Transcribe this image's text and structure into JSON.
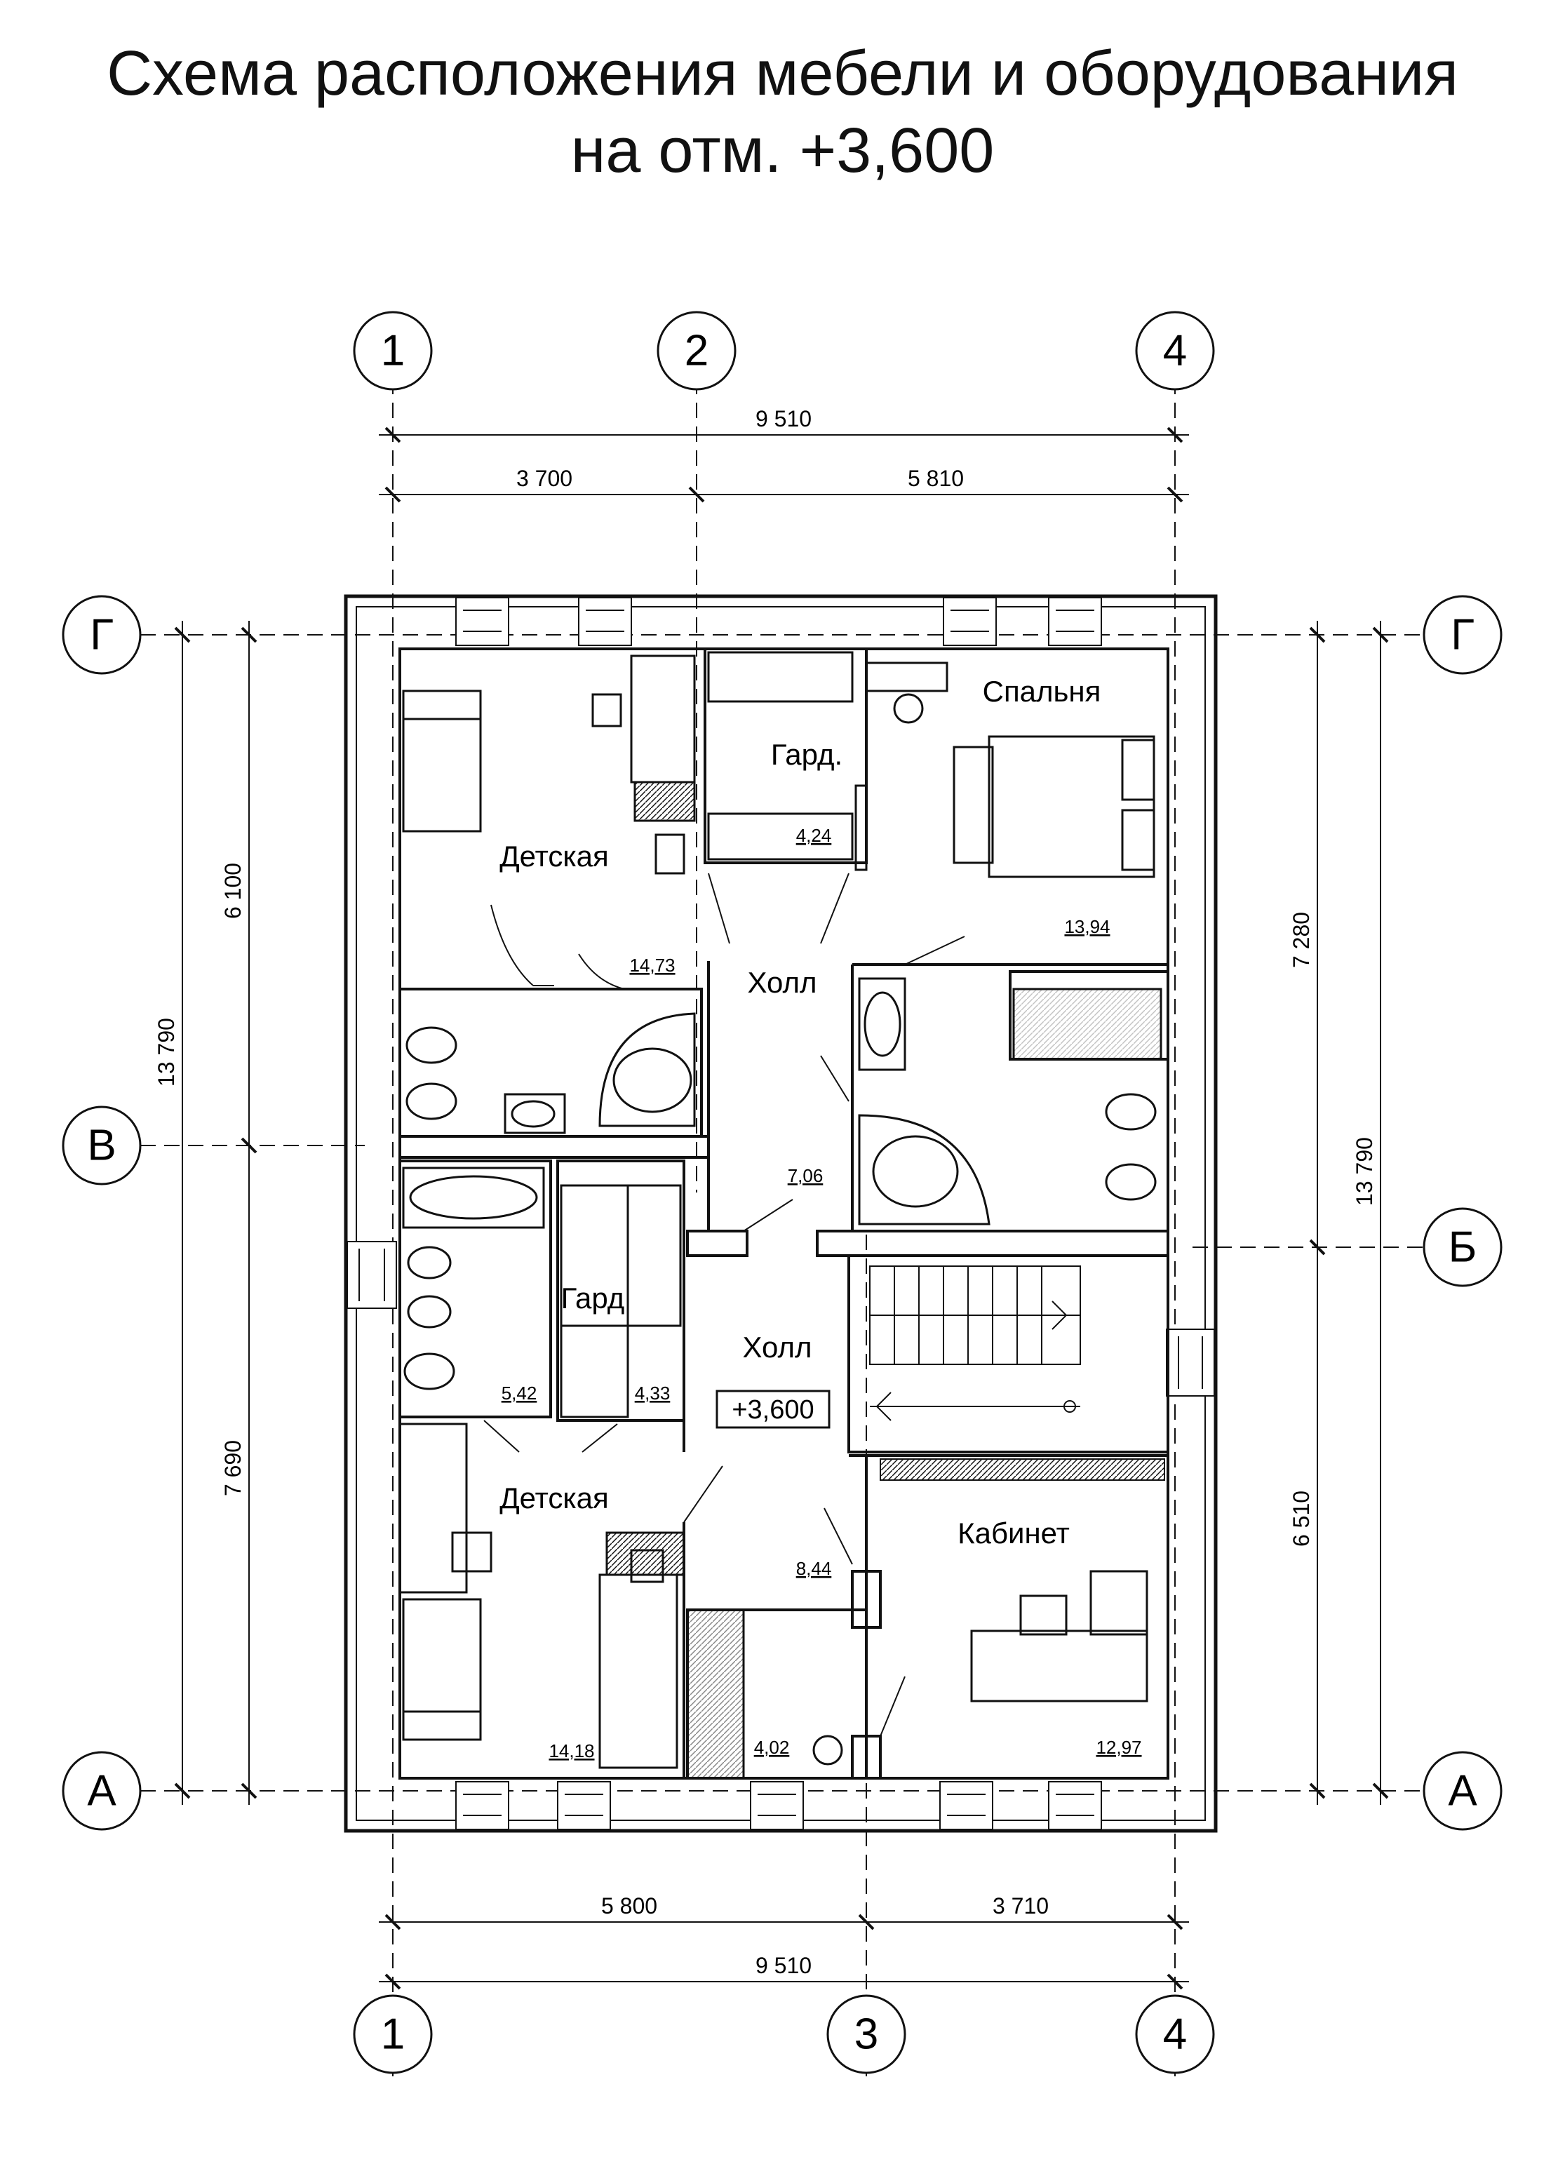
{
  "title": {
    "line1": "Схема расположения мебели и оборудования",
    "line2": "на отм. +3,600"
  },
  "axes": {
    "top": [
      "1",
      "2",
      "4"
    ],
    "bottom": [
      "1",
      "3",
      "4"
    ],
    "left": [
      "Г",
      "В",
      "А"
    ],
    "right": [
      "Г",
      "Б",
      "А"
    ]
  },
  "dimensions": {
    "top_total": "9 510",
    "top_seg1": "3 700",
    "top_seg2": "5 810",
    "bottom_seg1": "5 800",
    "bottom_seg2": "3 710",
    "bottom_total": "9 510",
    "left_total": "13 790",
    "left_seg1": "6 100",
    "left_seg2": "7 690",
    "right_total": "13 790",
    "right_seg1": "7 280",
    "right_seg2": "6 510"
  },
  "rooms": {
    "detskaya_top": "Детская",
    "gard_top": "Гард.",
    "spalnya": "Спальня",
    "holl_top": "Холл",
    "gard_mid": "Гард",
    "holl_mid": "Холл",
    "detskaya_bottom": "Детская",
    "kabinet": "Кабинет"
  },
  "areas": {
    "detskaya_top": "14,73",
    "gard_top": "4,24",
    "spalnya": "13,94",
    "holl_top": "7,06",
    "bath_left": "5,42",
    "gard_mid": "4,33",
    "holl_mid": "8,44",
    "detskaya_bottom": "14,18",
    "closet_bottom": "4,02",
    "kabinet": "12,97"
  },
  "level_mark": "+3,600"
}
